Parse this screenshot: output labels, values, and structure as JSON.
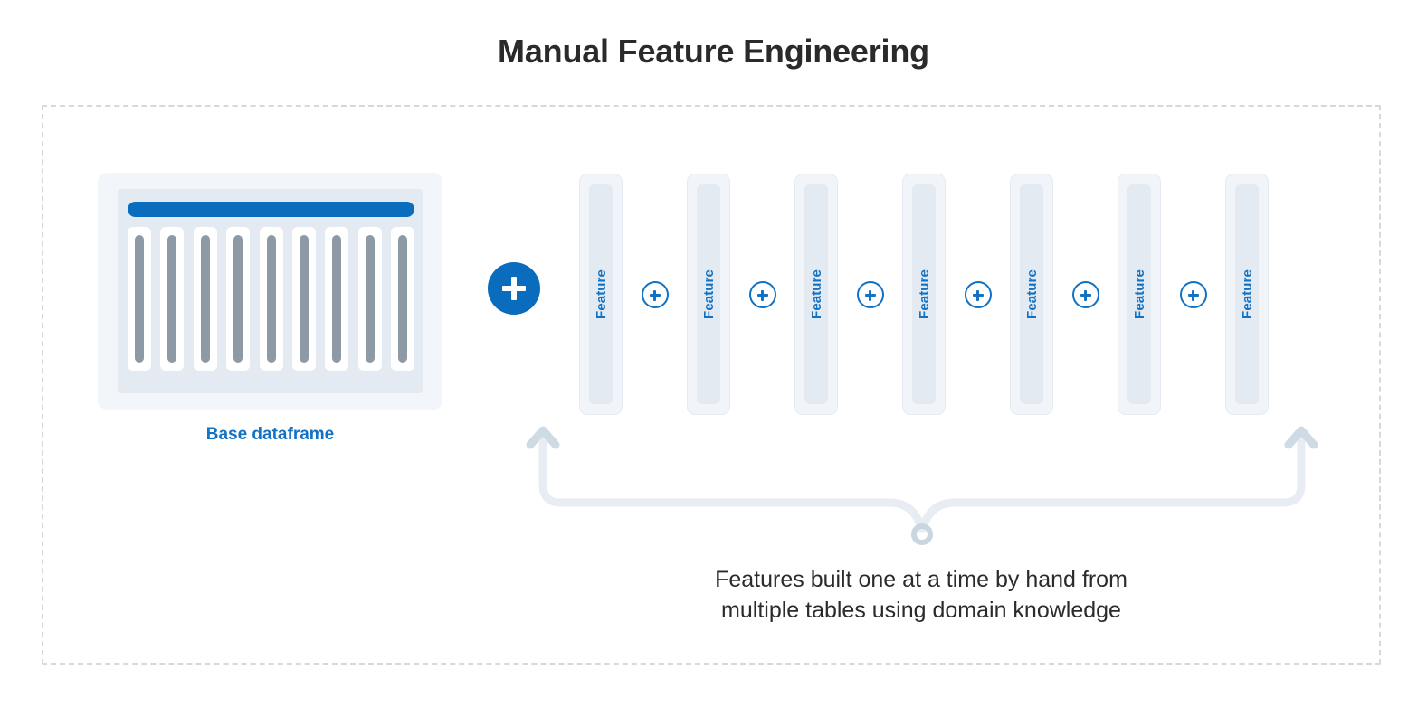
{
  "title": "Manual Feature Engineering",
  "colors": {
    "accent_blue": "#0a6cbd",
    "label_blue": "#1272c4",
    "panel_light": "#f2f6fa",
    "panel_mid": "#e3eaf1",
    "column_gray": "#8d9aa6",
    "brace_gray": "#e7edf2",
    "ring_gray": "#c9d6e0",
    "dashed_border": "#d8d8d8",
    "text_dark": "#2a2a2a"
  },
  "dashed_container": {
    "name": "manual-feature-engineering-region"
  },
  "base_dataframe": {
    "label": "Base dataframe",
    "header_bar_name": "dataframe-header-bar",
    "column_count": 9,
    "columns": [
      1,
      2,
      3,
      4,
      5,
      6,
      7,
      8,
      9
    ]
  },
  "big_plus": {
    "icon": "plus-icon",
    "label": "+"
  },
  "features": [
    {
      "label": "Feature"
    },
    {
      "label": "Feature"
    },
    {
      "label": "Feature"
    },
    {
      "label": "Feature"
    },
    {
      "label": "Feature"
    },
    {
      "label": "Feature"
    },
    {
      "label": "Feature"
    }
  ],
  "feature_connectors": [
    {
      "icon": "plus-icon",
      "label": "+"
    },
    {
      "icon": "plus-icon",
      "label": "+"
    },
    {
      "icon": "plus-icon",
      "label": "+"
    },
    {
      "icon": "plus-icon",
      "label": "+"
    },
    {
      "icon": "plus-icon",
      "label": "+"
    },
    {
      "icon": "plus-icon",
      "label": "+"
    }
  ],
  "brace": {
    "name": "feature-group-brace",
    "left_arrow": "arrow-up-icon",
    "right_arrow": "arrow-up-icon",
    "center_marker": "ring-marker-icon"
  },
  "caption": {
    "line1": "Features built one at a time by hand from",
    "line2": "multiple tables using domain knowledge"
  }
}
